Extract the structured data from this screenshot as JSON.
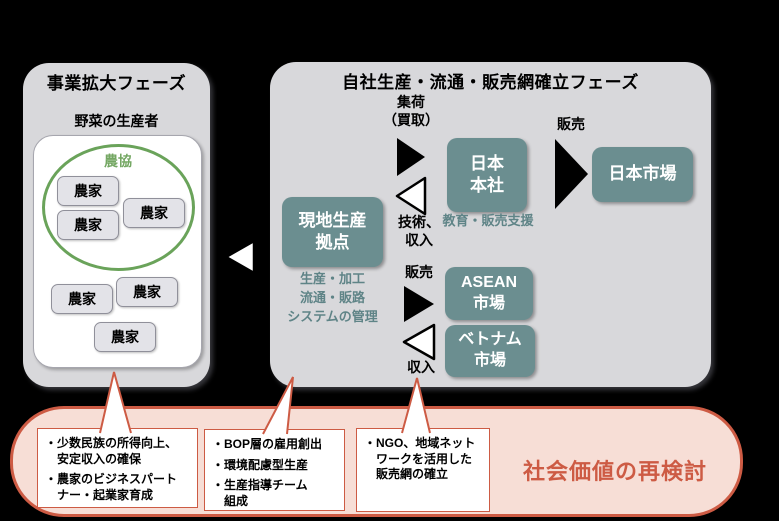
{
  "colors": {
    "background": "#000000",
    "panel_gray": "#d8d8db",
    "teal": "#6b8e90",
    "green": "#6aa35a",
    "salmon": "#cd5b44",
    "pink_fill": "#f7ded6"
  },
  "left_phase": {
    "title": "事業拡大フェーズ",
    "subtitle": "野菜の生産者",
    "coop_label": "農協",
    "farmer_label": "農家"
  },
  "right_phase": {
    "title": "自社生産・流通・販売網確立フェーズ",
    "local_base": "現地生産\n拠点",
    "local_base_note": "生産・加工\n流通・販路\nシステムの管理",
    "japan_hq": "日本\n本社",
    "japan_hq_note": "教育・販売支援",
    "japan_market": "日本市場",
    "asean_market": "ASEAN\n市場",
    "vietnam_market": "ベトナム\n市場",
    "labels": {
      "collect": "集荷\n（買取）",
      "tech_income": "技術、\n収入",
      "sales_top": "販売",
      "sales_mid": "販売",
      "income": "収入"
    }
  },
  "bottom": {
    "banner": "社会価値の再検討",
    "callouts": [
      {
        "items": [
          "・少数民族の所得向上、\n　安定収入の確保",
          "・農家のビジネスパート\n　ナー・起業家育成"
        ]
      },
      {
        "items": [
          "・BOP層の雇用創出",
          "・環境配慮型生産",
          "・生産指導チーム\n　組成"
        ]
      },
      {
        "items": [
          "・NGO、地域ネット\n　ワークを活用した\n　販売網の確立"
        ]
      }
    ]
  }
}
